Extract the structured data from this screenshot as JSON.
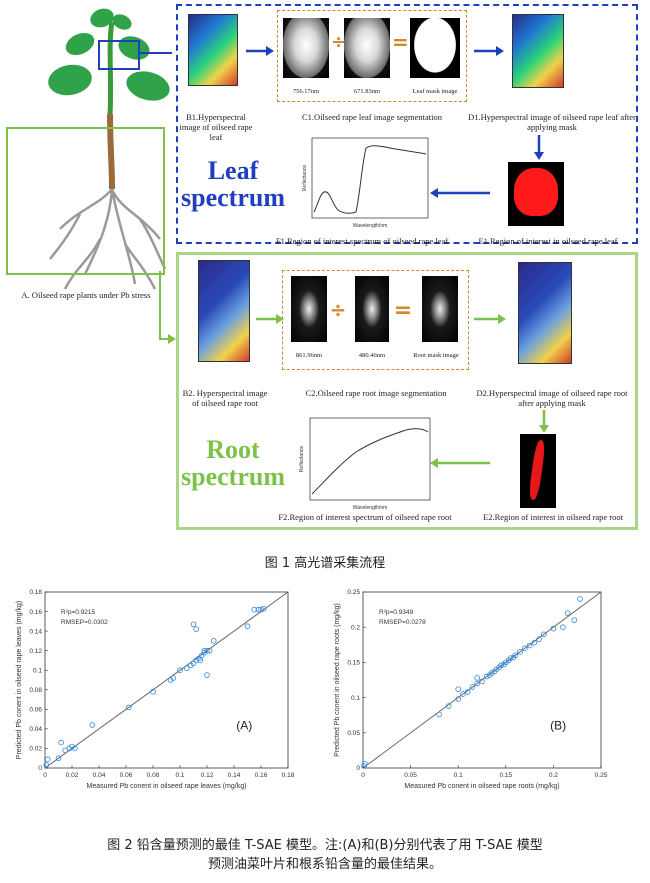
{
  "figure1": {
    "plant_caption": "A. Oilseed rape plants under Pb stress",
    "leaf": {
      "b1": "B1.Hyperspectral image of oilseed rape leaf",
      "c1": "C1.Oilseed rape leaf image segmentation",
      "d1": "D1.Hyperspectral image of oilseed rape leaf after applying mask",
      "e1": "E1.Region of interest in oilseed rape leaf",
      "f1": "F1.Region of interest spectrum of oilseed rape leaf",
      "wl1": "756.17nm",
      "wl2": "671.83nm",
      "mask": "Leaf mask image",
      "title_line1": "Leaf",
      "title_line2": "spectrum",
      "spec_xlabel": "Wavelength/nm",
      "spec_ylabel": "Reflectance"
    },
    "root": {
      "b2": "B2. Hyperspectral image of oilseed rape  root",
      "c2": "C2.Oilseed rape root image segmentation",
      "d2": "D2.Hyperspectral image of oilseed rape root after applying mask",
      "e2": "E2.Region of interest in oilseed rape root",
      "f2": "F2.Region of interest spectrum of oilseed rape root",
      "wl1": "861.96nm",
      "wl2": "480.46nm",
      "mask": "Root mask image",
      "title_line1": "Root",
      "title_line2": "spectrum",
      "spec_xlabel": "Wavelength/nm",
      "spec_ylabel": "Reflectance"
    },
    "operators": {
      "divide": "÷",
      "equals": "="
    },
    "caption": "图 1  高光谱采集流程"
  },
  "figure2": {
    "caption_line1": "图 2  铅含量预测的最佳 T-SAE 模型。注:(A)和(B)分别代表了用 T-SAE 模型",
    "caption_line2": "预测油菜叶片和根系铅含量的最佳结果。"
  },
  "chart_data": [
    {
      "type": "scatter",
      "panel": "(A)",
      "stats": {
        "r2": "R²p=0.9215",
        "rmsep": "RMSEP=0.0302"
      },
      "xlabel": "Measured Pb conent in oilseed rape leaves (mg/kg)",
      "ylabel": "Predicted Pb conent in oilseed rape leaves (mg/kg)",
      "xlim": [
        0,
        0.18
      ],
      "ylim": [
        0,
        0.18
      ],
      "xticks": [
        "0",
        "0.02",
        "0.04",
        "0.06",
        "0.08",
        "0.1",
        "0.12",
        "0.14",
        "0.16",
        "0.18"
      ],
      "yticks": [
        "0",
        "0.02",
        "0.04",
        "0.06",
        "0.08",
        "0.1",
        "0.12",
        "0.14",
        "0.16",
        "0.18"
      ],
      "x": [
        0.001,
        0.002,
        0.01,
        0.012,
        0.015,
        0.018,
        0.02,
        0.022,
        0.035,
        0.062,
        0.08,
        0.093,
        0.095,
        0.1,
        0.105,
        0.108,
        0.11,
        0.112,
        0.114,
        0.116,
        0.118,
        0.12,
        0.122,
        0.125,
        0.11,
        0.112,
        0.115,
        0.12,
        0.15,
        0.155,
        0.158,
        0.16,
        0.162,
        0.118
      ],
      "y": [
        0.003,
        0.009,
        0.01,
        0.026,
        0.018,
        0.02,
        0.022,
        0.02,
        0.044,
        0.062,
        0.078,
        0.09,
        0.092,
        0.1,
        0.102,
        0.105,
        0.107,
        0.11,
        0.112,
        0.115,
        0.118,
        0.12,
        0.12,
        0.13,
        0.147,
        0.142,
        0.11,
        0.095,
        0.145,
        0.162,
        0.162,
        0.162,
        0.163,
        0.12
      ],
      "grid": false
    },
    {
      "type": "scatter",
      "panel": "(B)",
      "stats": {
        "r2": "R²p=0.9349",
        "rmsep": "RMSEP=0.0278"
      },
      "xlabel": "Measured Pb conent in oilseed rape roots (mg/kg)",
      "ylabel": "Predicted Pb conent in oilseed rape roots (mg/kg)",
      "xlim": [
        0,
        0.25
      ],
      "ylim": [
        0,
        0.25
      ],
      "xticks": [
        "0",
        "0.05",
        "0.1",
        "0.15",
        "0.2",
        "0.25"
      ],
      "yticks": [
        "0",
        "0.05",
        "0.1",
        "0.15",
        "0.2",
        "0.25"
      ],
      "x": [
        0.001,
        0.002,
        0.08,
        0.09,
        0.1,
        0.105,
        0.11,
        0.115,
        0.12,
        0.125,
        0.13,
        0.133,
        0.135,
        0.138,
        0.14,
        0.143,
        0.145,
        0.148,
        0.15,
        0.153,
        0.155,
        0.158,
        0.16,
        0.165,
        0.17,
        0.175,
        0.18,
        0.185,
        0.19,
        0.2,
        0.21,
        0.215,
        0.222,
        0.228,
        0.1,
        0.12
      ],
      "y": [
        0.003,
        0.006,
        0.076,
        0.088,
        0.098,
        0.105,
        0.108,
        0.115,
        0.12,
        0.123,
        0.13,
        0.132,
        0.135,
        0.137,
        0.14,
        0.143,
        0.146,
        0.147,
        0.15,
        0.153,
        0.156,
        0.157,
        0.16,
        0.165,
        0.17,
        0.174,
        0.178,
        0.183,
        0.19,
        0.198,
        0.2,
        0.22,
        0.21,
        0.24,
        0.112,
        0.128
      ],
      "grid": false
    }
  ]
}
